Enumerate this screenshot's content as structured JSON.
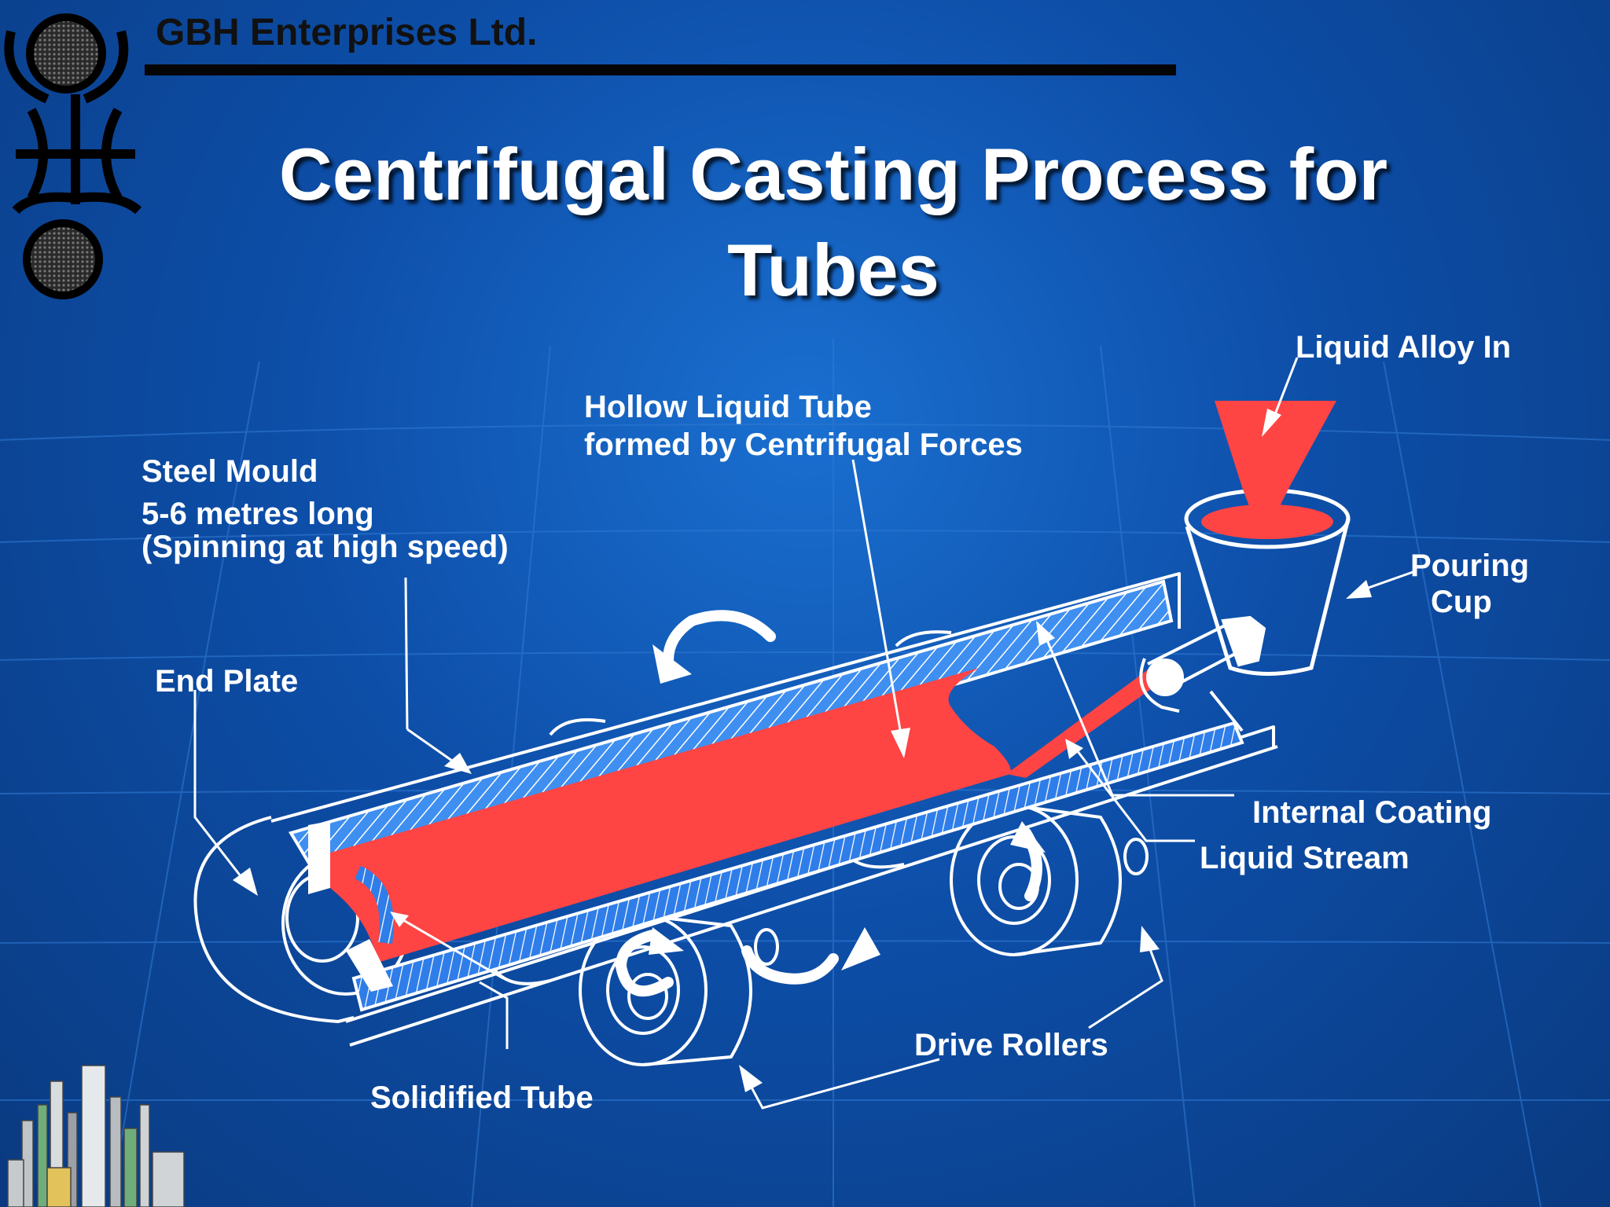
{
  "company": "GBH Enterprises Ltd.",
  "title_line1": "Centrifugal Casting Process for",
  "title_line2": "Tubes",
  "labels": {
    "liquid_alloy_in": "Liquid Alloy In",
    "hollow_liquid_tube_1": "Hollow Liquid Tube",
    "hollow_liquid_tube_2": "formed by Centrifugal Forces",
    "steel_mould_1": "Steel Mould",
    "steel_mould_2": "5-6 metres long",
    "steel_mould_3": "(Spinning at high speed)",
    "pouring_cup_1": "Pouring",
    "pouring_cup_2": "Cup",
    "end_plate": "End Plate",
    "internal_coating": "Internal Coating",
    "liquid_stream": "Liquid Stream",
    "drive_rollers": "Drive Rollers",
    "solidified_tube": "Solidified Tube"
  },
  "colors": {
    "background": "#0d4ea8",
    "molten_metal": "#ff4444",
    "mould_hatch": "#3f8ff0",
    "outline": "#ffffff",
    "text": "#ffffff"
  }
}
